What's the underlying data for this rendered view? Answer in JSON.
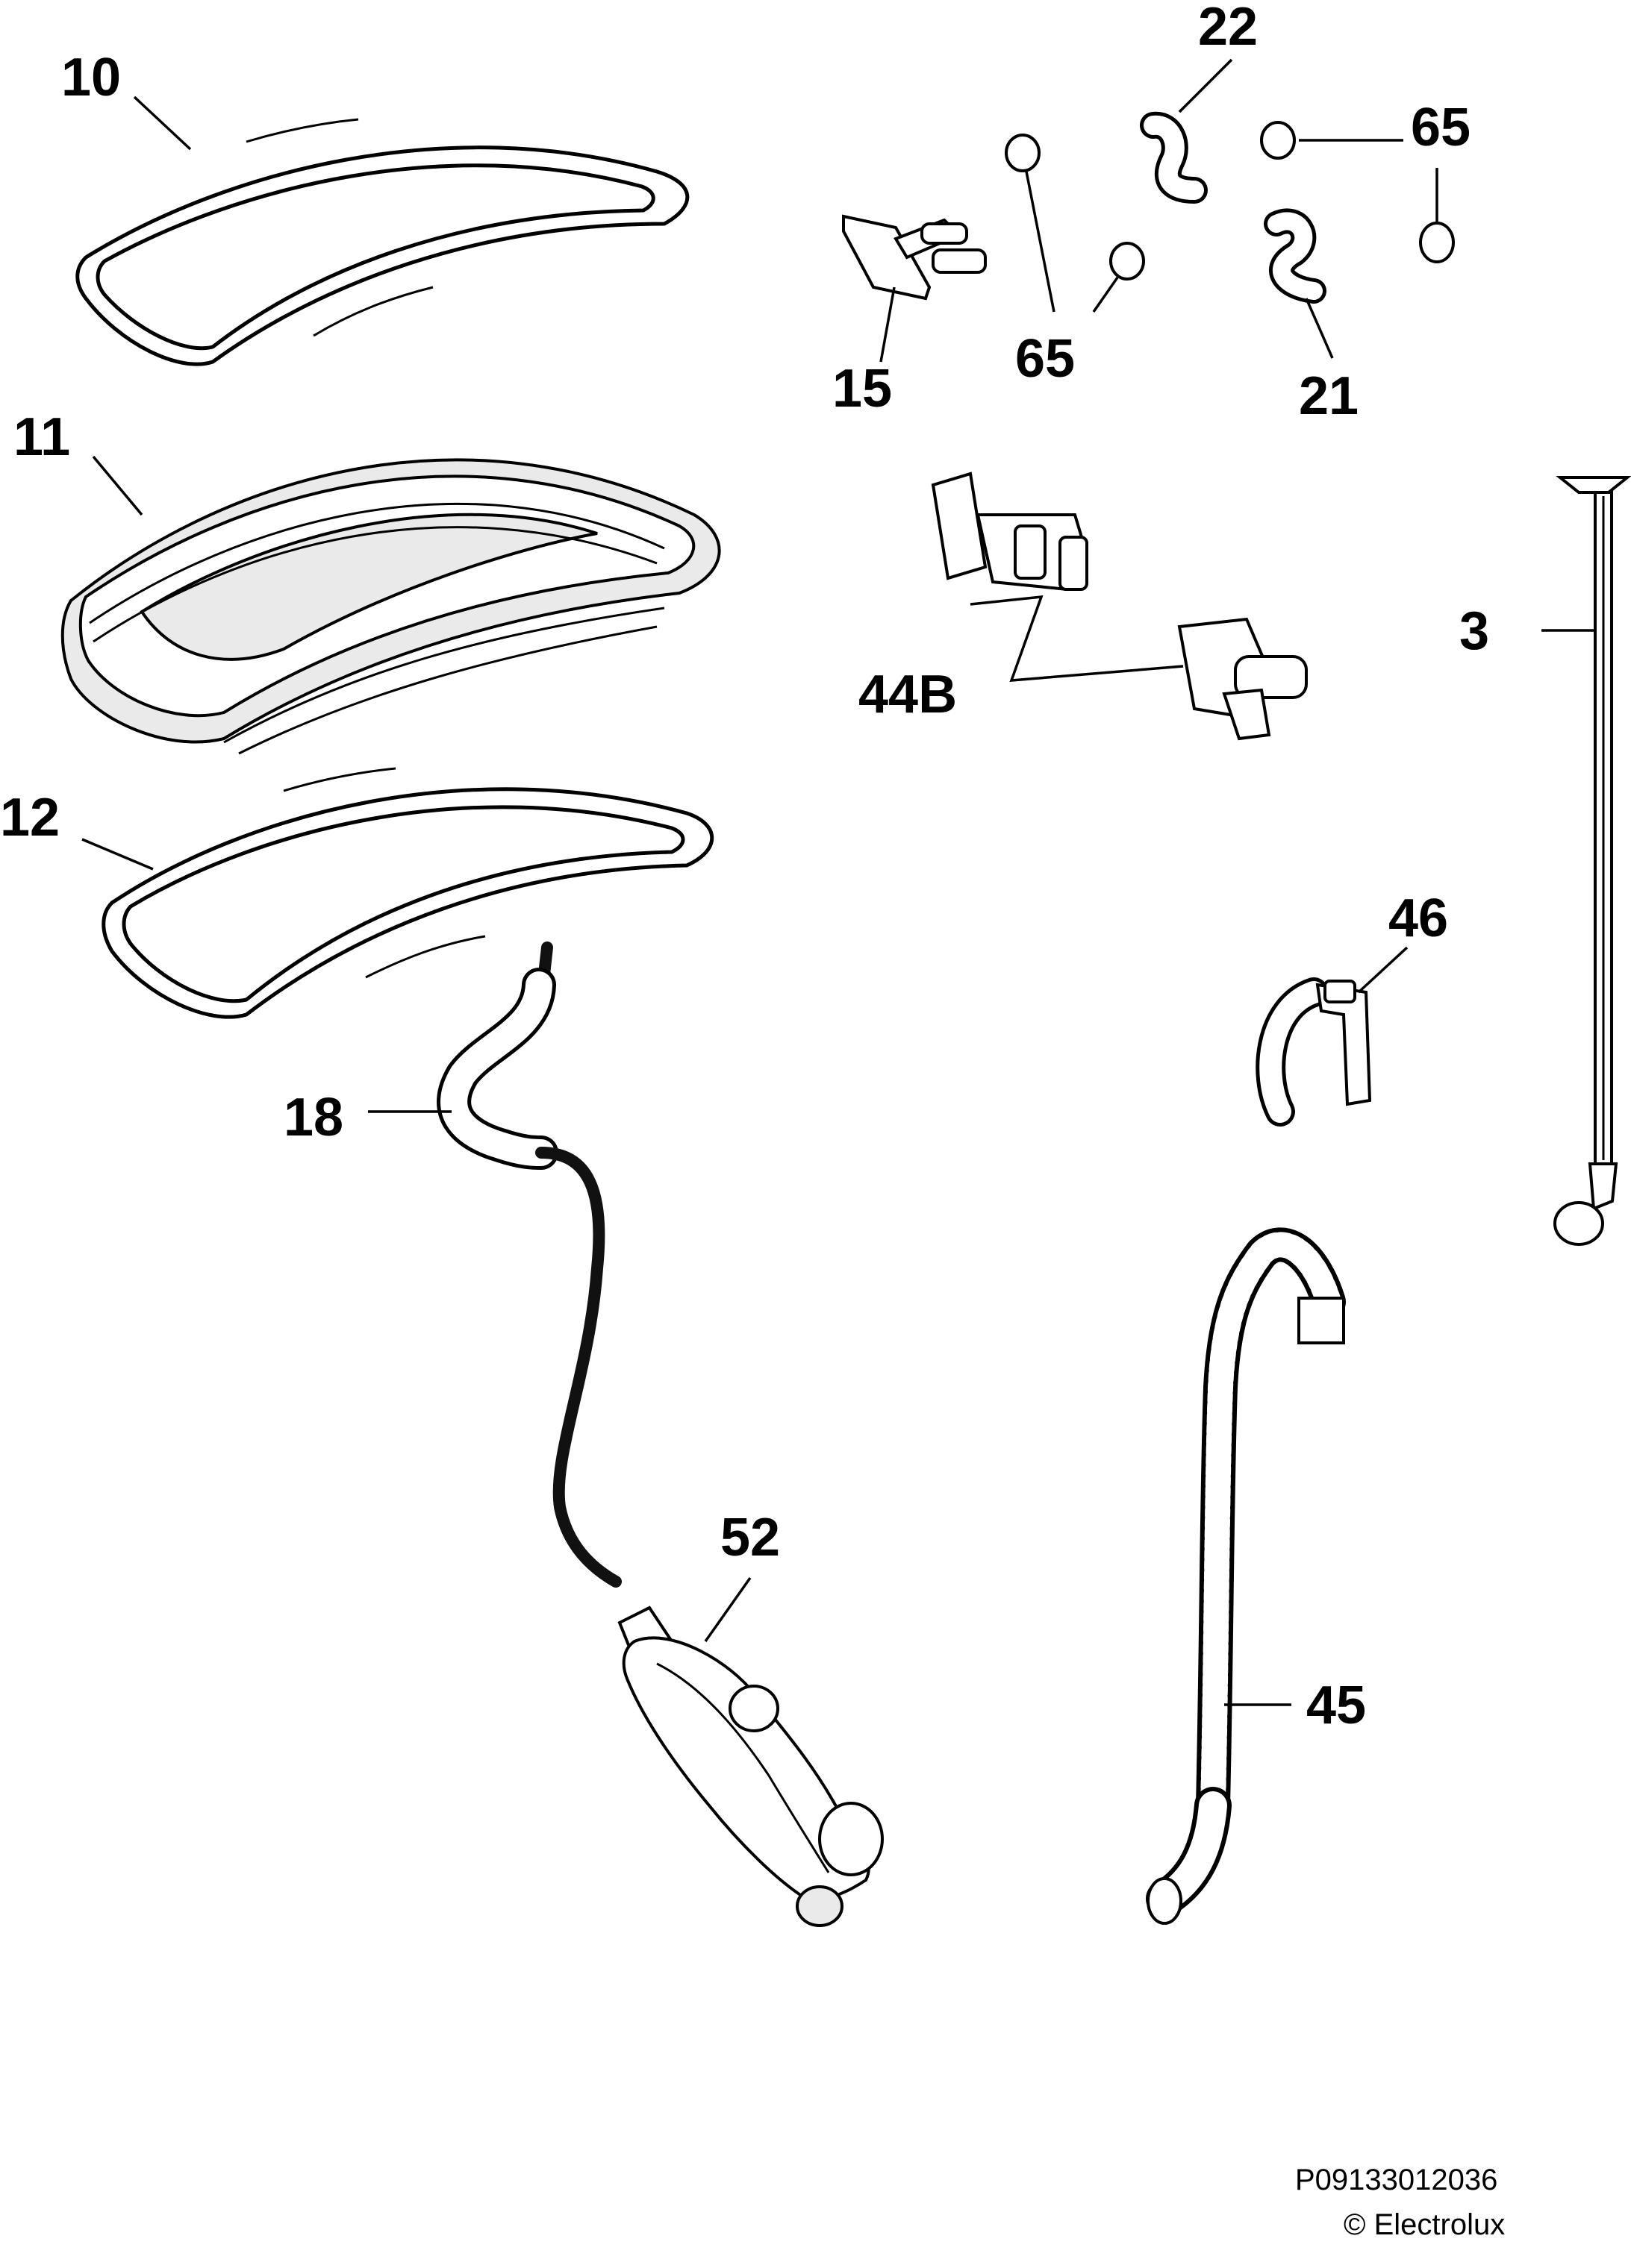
{
  "diagram": {
    "callouts": {
      "c10": "10",
      "c11": "11",
      "c12": "12",
      "c18": "18",
      "c52": "52",
      "c22": "22",
      "c65a": "65",
      "c65b": "65",
      "c15": "15",
      "c21": "21",
      "c3": "3",
      "c44b": "44B",
      "c46": "46",
      "c45": "45"
    },
    "footer": {
      "code": "P09133012036",
      "brand": "© Electrolux"
    }
  }
}
